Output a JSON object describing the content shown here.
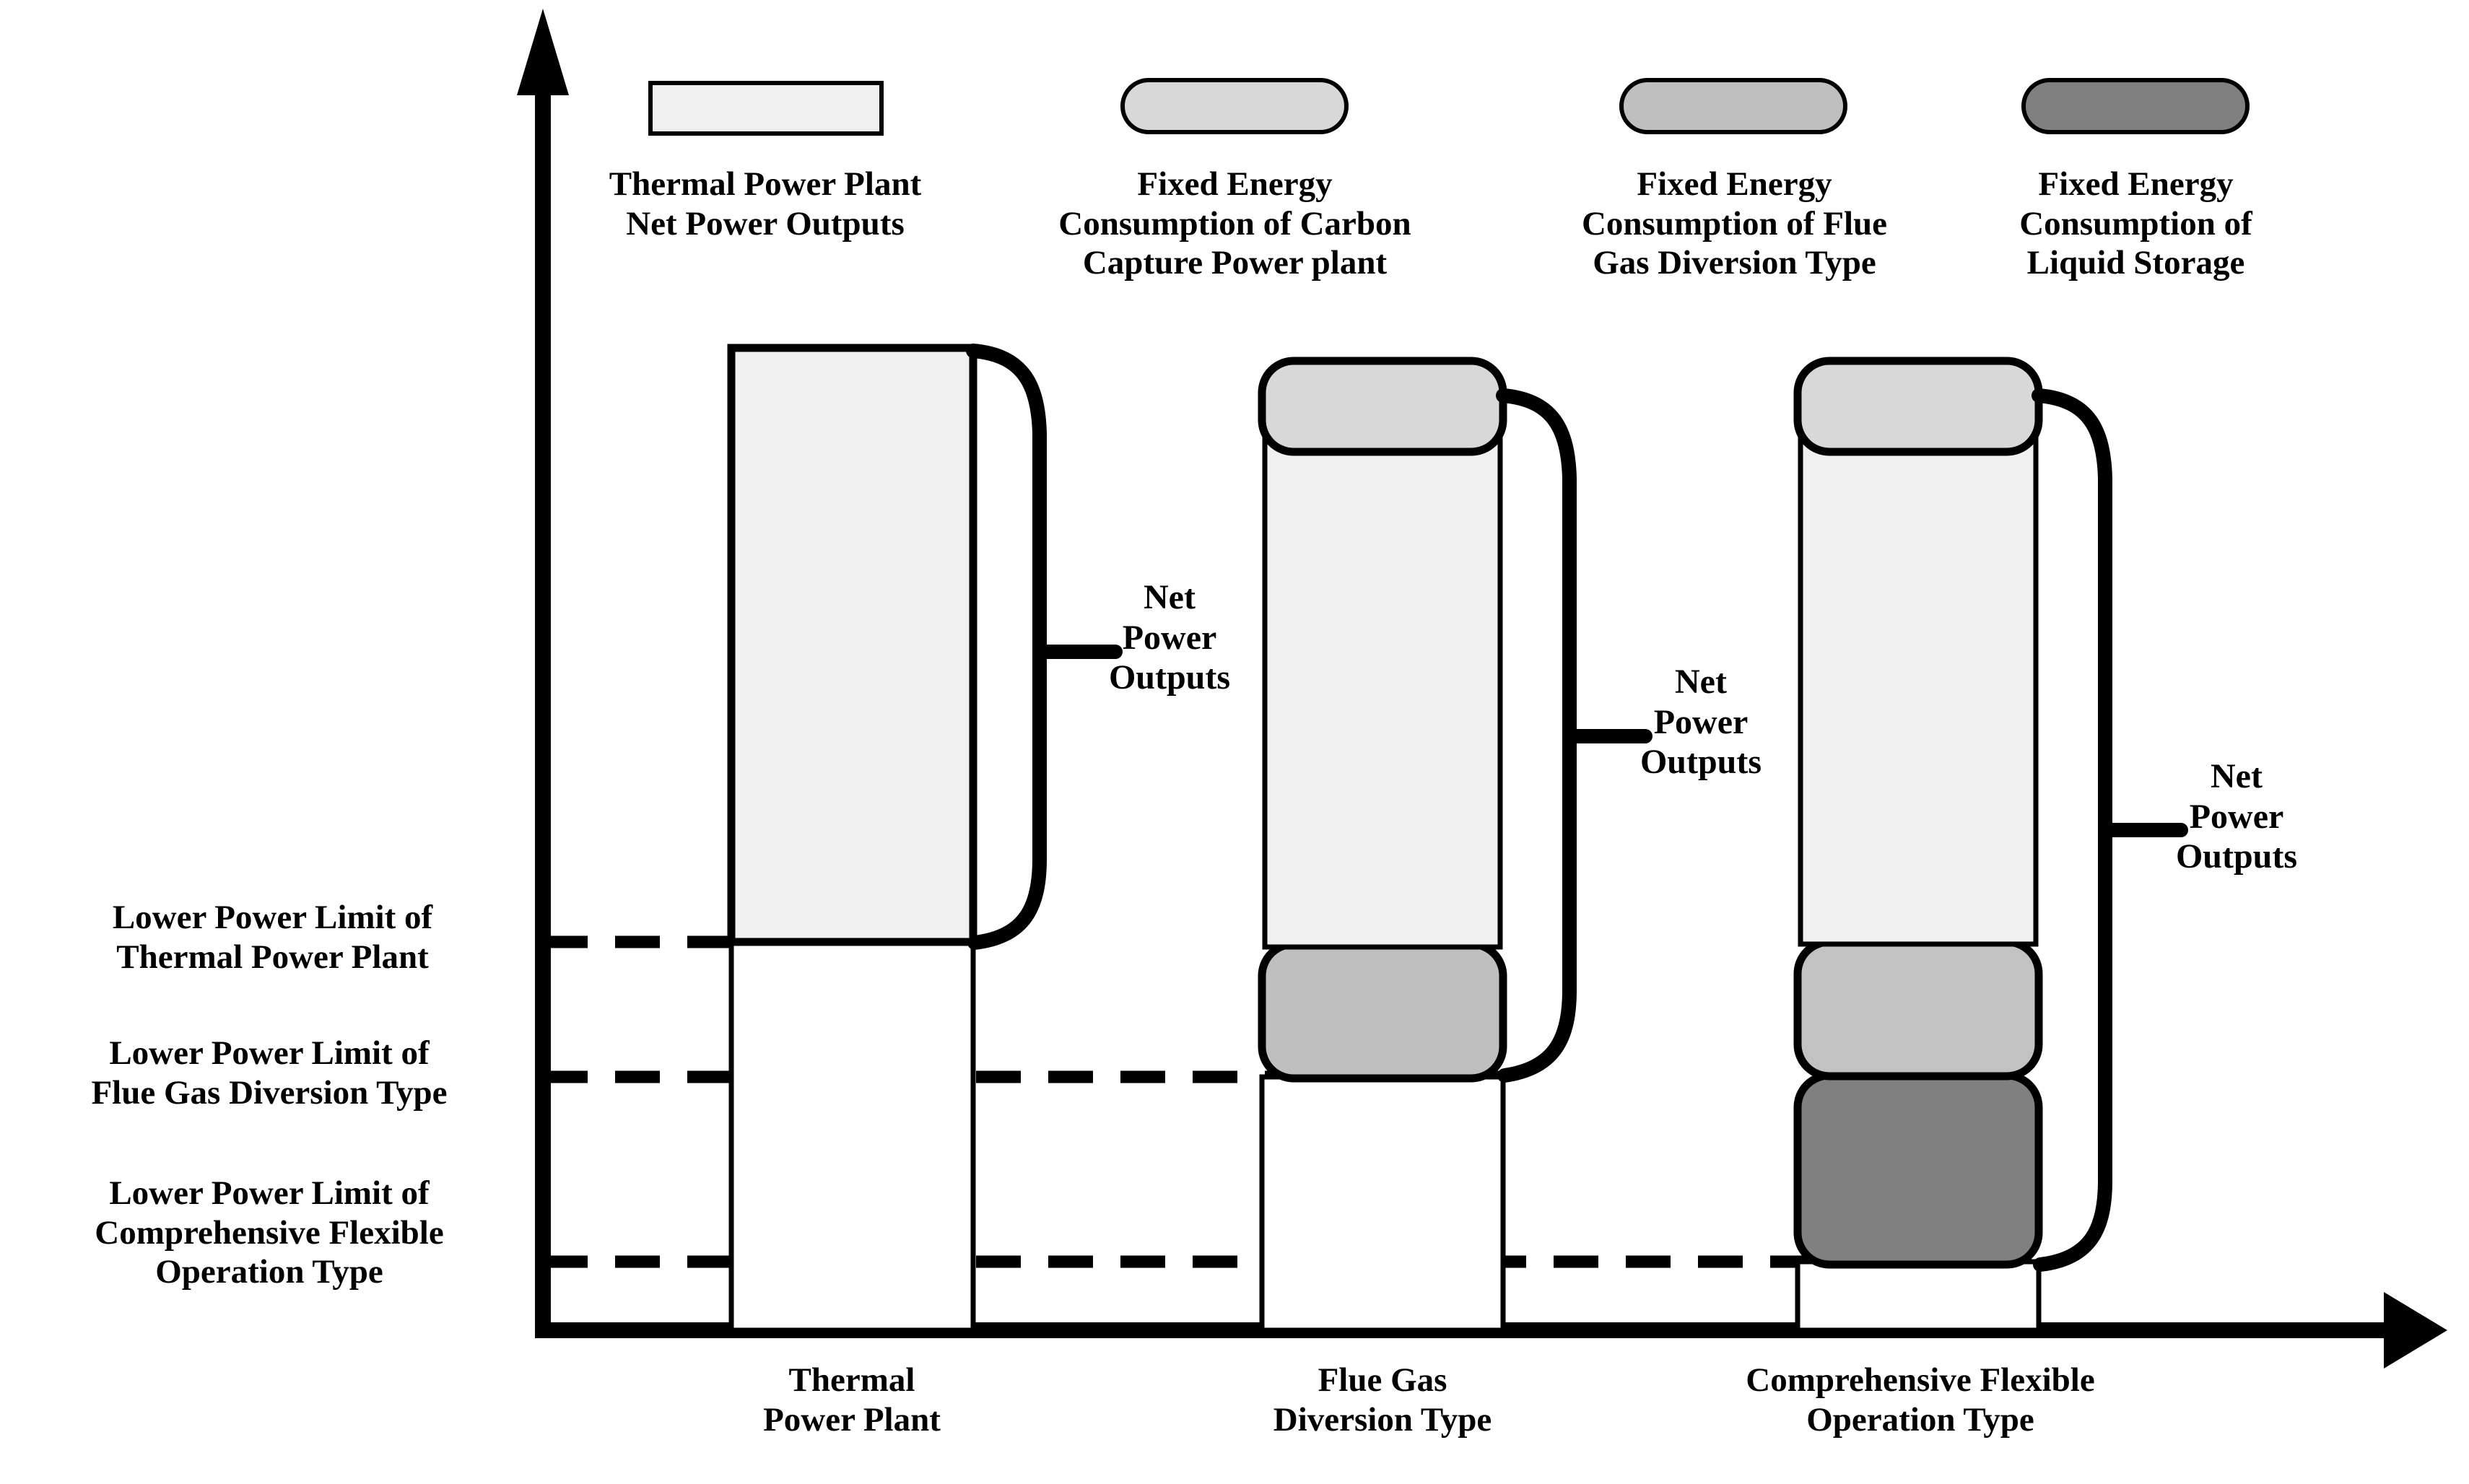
{
  "chart_data": {
    "type": "bar",
    "title": "",
    "subtitle": "",
    "xlabel": "",
    "ylabel": "",
    "grid": false,
    "legend_position": "top",
    "axis_arrows": {
      "x": true,
      "y": true
    },
    "axis_note": "Vertical axis = power output (unlabeled scale); horizontal axis = plant operation type",
    "categories": [
      "Thermal\nPower Plant",
      "Flue Gas\nDiversion Type",
      "Comprehensive Flexible\nOperation Type"
    ],
    "series": [
      {
        "name": "Thermal Power Plant Net Power Outputs",
        "color": "#f0f0f0",
        "values": [
          1.0,
          0.93,
          0.94
        ]
      },
      {
        "name": "Fixed Energy Consumption of Carbon Capture Power plant",
        "color": "#d8d8d8",
        "values": [
          0,
          0.06,
          0.06
        ]
      },
      {
        "name": "Fixed Energy Consumption of Flue Gas Diversion Type",
        "color": "#bfbfbf",
        "values": [
          0,
          0.13,
          0.13
        ]
      },
      {
        "name": "Fixed Energy Consumption of Liquid Storage",
        "color": "#808080",
        "values": [
          0,
          0,
          0.19
        ]
      }
    ],
    "reference_lines": [
      {
        "label": "Lower Power Limit of Thermal Power Plant",
        "value": 0.395
      },
      {
        "label": "Lower Power Limit of Flue Gas Diversion Type",
        "value": 0.259
      },
      {
        "label": "Lower Power Limit of Comprehensive Flexible Operation Type",
        "value": 0.07
      }
    ],
    "annotations": [
      "Net Power Outputs",
      "Net Power Outputs",
      "Net Power Outputs"
    ]
  },
  "legend": {
    "items": [
      {
        "swatch": "legend-swatch-thermal",
        "shape": "rect",
        "color": "#f0f0f0",
        "label": "Thermal Power Plant\nNet Power Outputs"
      },
      {
        "swatch": "legend-swatch-carbon-capture",
        "shape": "rounded",
        "color": "#d8d8d8",
        "label": "Fixed Energy\nConsumption of Carbon\nCapture Power plant"
      },
      {
        "swatch": "legend-swatch-flue-gas",
        "shape": "rounded",
        "color": "#bfbfbf",
        "label": "Fixed Energy\nConsumption of Flue\nGas Diversion Type"
      },
      {
        "swatch": "legend-swatch-liquid-storage",
        "shape": "rounded",
        "color": "#808080",
        "label": "Fixed Energy\nConsumption of\nLiquid Storage"
      }
    ]
  },
  "limit_labels": [
    "Lower Power Limit of\nThermal Power Plant",
    "Lower Power Limit of\nFlue Gas Diversion Type",
    "Lower Power Limit of\nComprehensive Flexible\nOperation Type"
  ],
  "x_axis_labels": [
    "Thermal\nPower Plant",
    "Flue Gas\nDiversion Type",
    "Comprehensive Flexible\nOperation Type"
  ],
  "brace_labels": [
    "Net\nPower\nOutputs",
    "Net\nPower\nOutputs",
    "Net\nPower\nOutputs"
  ],
  "colors": {
    "stroke": "#000000",
    "background": "#ffffff",
    "thermal_net": "#f0f0f0",
    "carbon_capture_fixed": "#d8d8d8",
    "flue_gas_fixed": "#bfbfbf",
    "liquid_storage_fixed": "#808080",
    "empty_segment": "#ffffff"
  }
}
